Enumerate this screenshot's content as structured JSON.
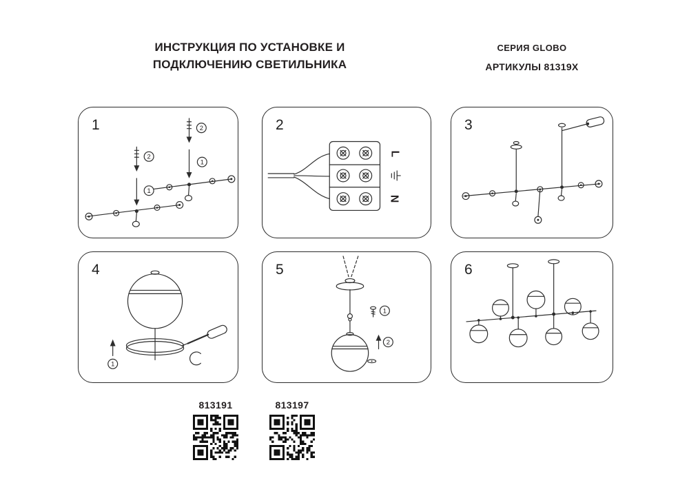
{
  "header": {
    "title_line1": "ИНСТРУКЦИЯ ПО УСТАНОВКЕ И",
    "title_line2": "ПОДКЛЮЧЕНИЮ СВЕТИЛЬНИКА",
    "series": "СЕРИЯ GLOBO",
    "articles": "АРТИКУЛЫ 81319X"
  },
  "panels": [
    {
      "number": "1"
    },
    {
      "number": "2"
    },
    {
      "number": "3"
    },
    {
      "number": "4"
    },
    {
      "number": "5"
    },
    {
      "number": "6"
    }
  ],
  "wiring": {
    "line_label": "L",
    "neutral_label": "N"
  },
  "steps": {
    "one": "1",
    "two": "2"
  },
  "qr_codes": [
    {
      "label": "813191"
    },
    {
      "label": "813197"
    }
  ],
  "colors": {
    "ink": "#231f20",
    "stroke": "#2d2d2d"
  }
}
